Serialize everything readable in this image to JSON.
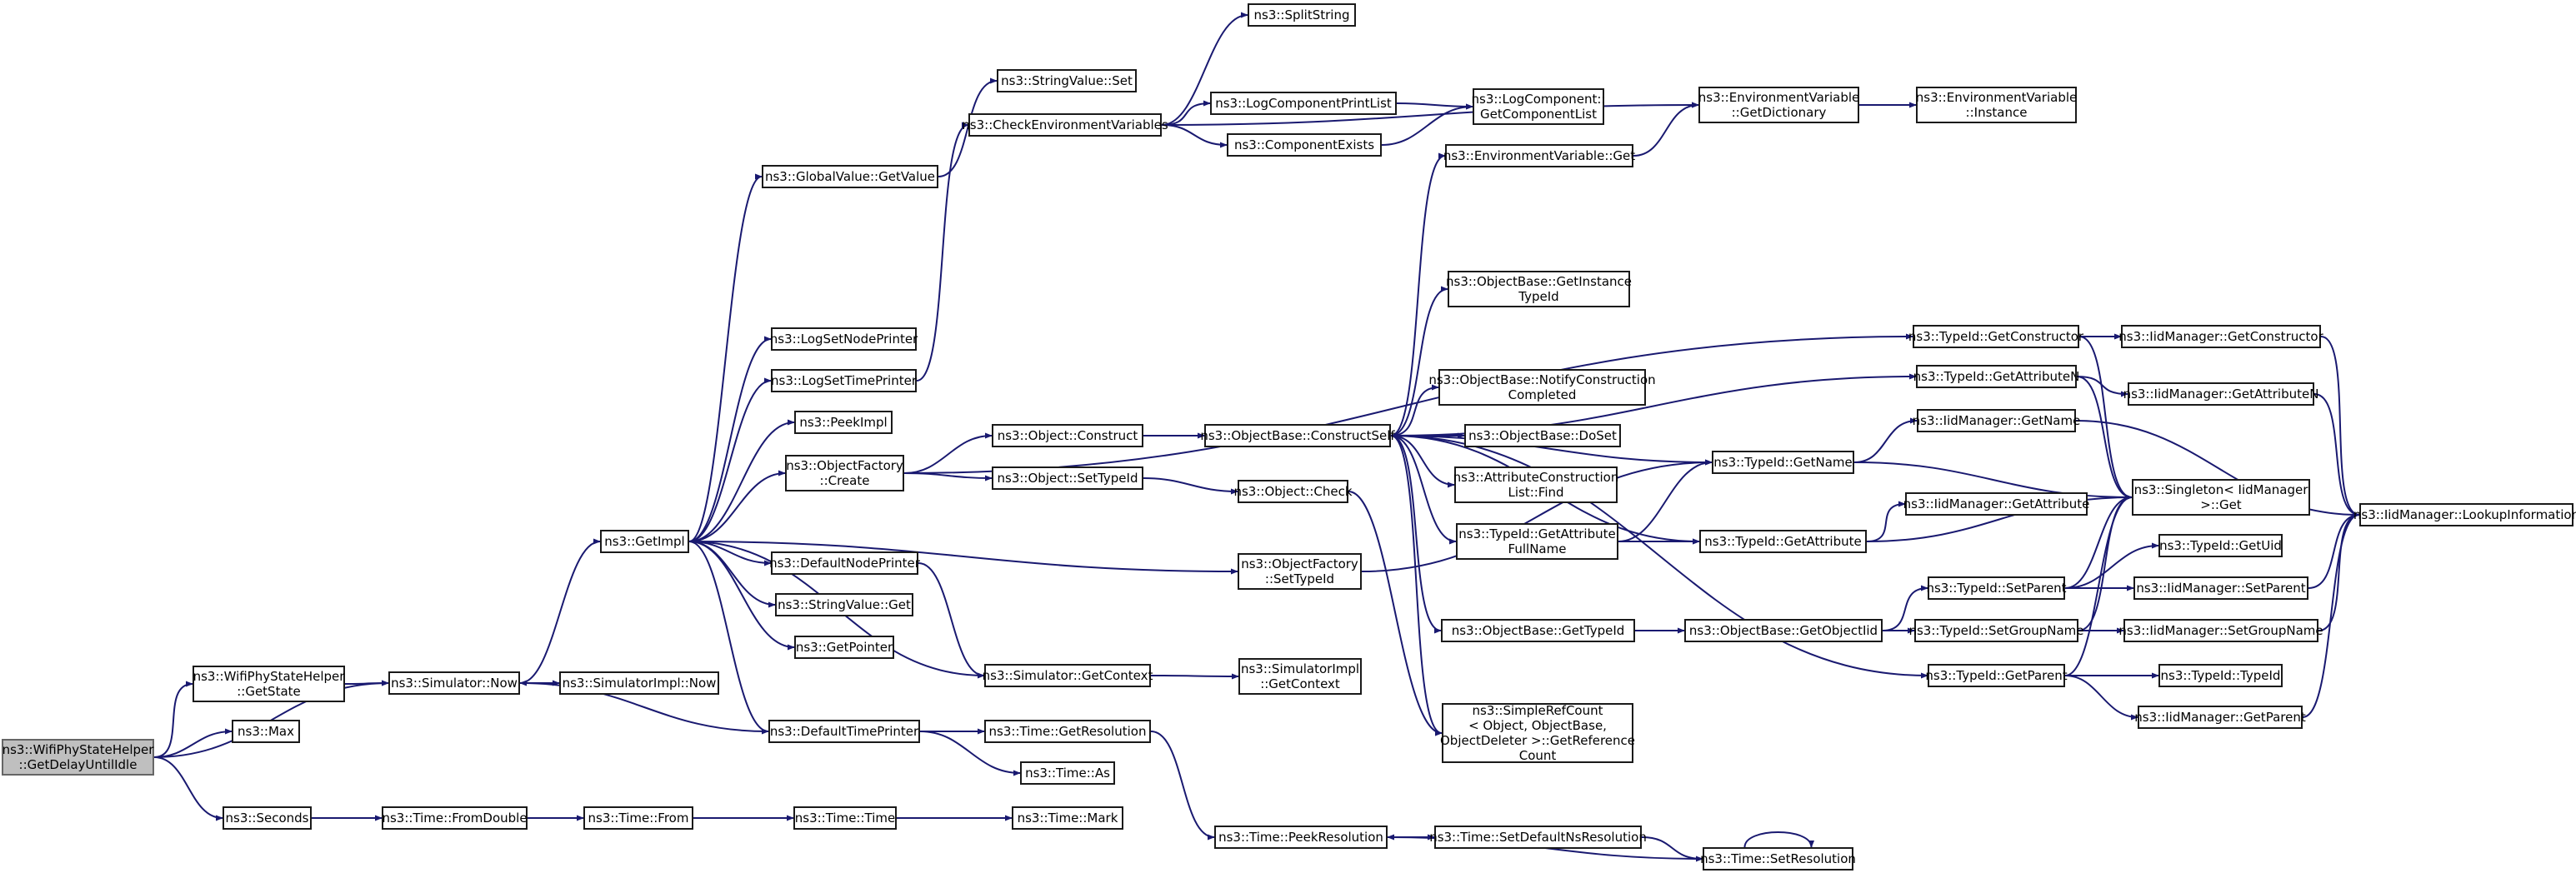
{
  "graph": {
    "edge_color": "#191970",
    "root_fill": "#bfbfbf",
    "nodes": [
      {
        "id": "root",
        "label": [
          "ns3::WifiPhyStateHelper",
          "::GetDelayUntilIdle"
        ],
        "root": true
      },
      {
        "id": "getstate",
        "label": [
          "ns3::WifiPhyStateHelper",
          "::GetState"
        ]
      },
      {
        "id": "max",
        "label": [
          "ns3::Max"
        ]
      },
      {
        "id": "seconds",
        "label": [
          "ns3::Seconds"
        ]
      },
      {
        "id": "simnow",
        "label": [
          "ns3::Simulator::Now"
        ]
      },
      {
        "id": "simimplnow",
        "label": [
          "ns3::SimulatorImpl::Now"
        ]
      },
      {
        "id": "fromdouble",
        "label": [
          "ns3::Time::FromDouble"
        ]
      },
      {
        "id": "timefrom",
        "label": [
          "ns3::Time::From"
        ]
      },
      {
        "id": "timetime",
        "label": [
          "ns3::Time::Time"
        ]
      },
      {
        "id": "timemark",
        "label": [
          "ns3::Time::Mark"
        ]
      },
      {
        "id": "getimpl",
        "label": [
          "ns3::GetImpl"
        ]
      },
      {
        "id": "gvgetvalue",
        "label": [
          "ns3::GlobalValue::GetValue"
        ]
      },
      {
        "id": "svset",
        "label": [
          "ns3::StringValue::Set"
        ]
      },
      {
        "id": "splitstring",
        "label": [
          "ns3::SplitString"
        ]
      },
      {
        "id": "checkenv",
        "label": [
          "ns3::CheckEnvironmentVariables"
        ]
      },
      {
        "id": "logcomplist",
        "label": [
          "ns3::LogComponentPrintList"
        ]
      },
      {
        "id": "compexists",
        "label": [
          "ns3::ComponentExists"
        ]
      },
      {
        "id": "getcomplist",
        "label": [
          "ns3::LogComponent::",
          "GetComponentList"
        ]
      },
      {
        "id": "envgetdict",
        "label": [
          "ns3::EnvironmentVariable",
          "::GetDictionary"
        ]
      },
      {
        "id": "envinstance",
        "label": [
          "ns3::EnvironmentVariable",
          "::Instance"
        ]
      },
      {
        "id": "envget",
        "label": [
          "ns3::EnvironmentVariable::Get"
        ]
      },
      {
        "id": "lognodeprinter",
        "label": [
          "ns3::LogSetNodePrinter"
        ]
      },
      {
        "id": "logtimeprinter",
        "label": [
          "ns3::LogSetTimePrinter"
        ]
      },
      {
        "id": "peekimpl",
        "label": [
          "ns3::PeekImpl"
        ]
      },
      {
        "id": "ofcreate",
        "label": [
          "ns3::ObjectFactory",
          "::Create"
        ]
      },
      {
        "id": "defnodeprinter",
        "label": [
          "ns3::DefaultNodePrinter"
        ]
      },
      {
        "id": "svget",
        "label": [
          "ns3::StringValue::Get"
        ]
      },
      {
        "id": "getpointer",
        "label": [
          "ns3::GetPointer"
        ]
      },
      {
        "id": "deftimeprinter",
        "label": [
          "ns3::DefaultTimePrinter"
        ]
      },
      {
        "id": "objconstruct",
        "label": [
          "ns3::Object::Construct"
        ]
      },
      {
        "id": "objsettypeid",
        "label": [
          "ns3::Object::SetTypeId"
        ]
      },
      {
        "id": "objcheck",
        "label": [
          "ns3::Object::Check"
        ]
      },
      {
        "id": "ofsettypeid",
        "label": [
          "ns3::ObjectFactory",
          "::SetTypeId"
        ]
      },
      {
        "id": "simgetctx",
        "label": [
          "ns3::Simulator::GetContext"
        ]
      },
      {
        "id": "simimplgetctx",
        "label": [
          "ns3::SimulatorImpl",
          "::GetContext"
        ]
      },
      {
        "id": "getresolution",
        "label": [
          "ns3::Time::GetResolution"
        ]
      },
      {
        "id": "timeas",
        "label": [
          "ns3::Time::As"
        ]
      },
      {
        "id": "peekres",
        "label": [
          "ns3::Time::PeekResolution"
        ]
      },
      {
        "id": "setdefns",
        "label": [
          "ns3::Time::SetDefaultNsResolution"
        ]
      },
      {
        "id": "setres",
        "label": [
          "ns3::Time::SetResolution"
        ]
      },
      {
        "id": "constructself",
        "label": [
          "ns3::ObjectBase::ConstructSelf"
        ]
      },
      {
        "id": "getinsttypeid",
        "label": [
          "ns3::ObjectBase::GetInstance",
          "TypeId"
        ]
      },
      {
        "id": "notifyconstr",
        "label": [
          "ns3::ObjectBase::NotifyConstruction",
          "Completed"
        ]
      },
      {
        "id": "doset",
        "label": [
          "ns3::ObjectBase::DoSet"
        ]
      },
      {
        "id": "attrconstrfind",
        "label": [
          "ns3::AttributeConstruction",
          "List::Find"
        ]
      },
      {
        "id": "getattrfullname",
        "label": [
          "ns3::TypeId::GetAttribute",
          "FullName"
        ]
      },
      {
        "id": "obgettypeid",
        "label": [
          "ns3::ObjectBase::GetTypeId"
        ]
      },
      {
        "id": "simplerefcount",
        "label": [
          "ns3::SimpleRefCount",
          "< Object, ObjectBase,",
          "ObjectDeleter >::GetReference",
          "Count"
        ]
      },
      {
        "id": "tidgetname",
        "label": [
          "ns3::TypeId::GetName"
        ]
      },
      {
        "id": "tidgetattr",
        "label": [
          "ns3::TypeId::GetAttribute"
        ]
      },
      {
        "id": "getobjectiid",
        "label": [
          "ns3::ObjectBase::GetObjectIid"
        ]
      },
      {
        "id": "tidgetconstructor",
        "label": [
          "ns3::TypeId::GetConstructor"
        ]
      },
      {
        "id": "tidgetattrn",
        "label": [
          "ns3::TypeId::GetAttributeN"
        ]
      },
      {
        "id": "iidgetname",
        "label": [
          "ns3::IidManager::GetName"
        ]
      },
      {
        "id": "iidgetattr",
        "label": [
          "ns3::IidManager::GetAttribute"
        ]
      },
      {
        "id": "tidsetparent",
        "label": [
          "ns3::TypeId::SetParent"
        ]
      },
      {
        "id": "tidsetgroupname",
        "label": [
          "ns3::TypeId::SetGroupName"
        ]
      },
      {
        "id": "tidgetparent",
        "label": [
          "ns3::TypeId::GetParent"
        ]
      },
      {
        "id": "iidgetconstructor",
        "label": [
          "ns3::IidManager::GetConstructor"
        ]
      },
      {
        "id": "iidgetattrn",
        "label": [
          "ns3::IidManager::GetAttributeN"
        ]
      },
      {
        "id": "singletonget",
        "label": [
          "ns3::Singleton< IidManager",
          ">::Get"
        ]
      },
      {
        "id": "tidgetuid",
        "label": [
          "ns3::TypeId::GetUid"
        ]
      },
      {
        "id": "iidsetparent",
        "label": [
          "ns3::IidManager::SetParent"
        ]
      },
      {
        "id": "iidsetgroupname",
        "label": [
          "ns3::IidManager::SetGroupName"
        ]
      },
      {
        "id": "tidtypeid",
        "label": [
          "ns3::TypeId::TypeId"
        ]
      },
      {
        "id": "iidgetparent",
        "label": [
          "ns3::IidManager::GetParent"
        ]
      },
      {
        "id": "iidlookup",
        "label": [
          "ns3::IidManager::LookupInformation"
        ]
      }
    ],
    "edges": [
      [
        "root",
        "getstate"
      ],
      [
        "root",
        "max"
      ],
      [
        "root",
        "seconds"
      ],
      [
        "root",
        "simnow"
      ],
      [
        "getstate",
        "simnow"
      ],
      [
        "seconds",
        "fromdouble"
      ],
      [
        "fromdouble",
        "timefrom"
      ],
      [
        "timefrom",
        "timetime"
      ],
      [
        "timetime",
        "timemark"
      ],
      [
        "simnow",
        "getimpl"
      ],
      [
        "simnow",
        "simimplnow"
      ],
      [
        "getimpl",
        "gvgetvalue"
      ],
      [
        "getimpl",
        "lognodeprinter"
      ],
      [
        "getimpl",
        "logtimeprinter"
      ],
      [
        "getimpl",
        "peekimpl"
      ],
      [
        "getimpl",
        "ofcreate"
      ],
      [
        "getimpl",
        "defnodeprinter"
      ],
      [
        "getimpl",
        "svget"
      ],
      [
        "getimpl",
        "getpointer"
      ],
      [
        "getimpl",
        "deftimeprinter"
      ],
      [
        "getimpl",
        "ofsettypeid"
      ],
      [
        "simgetctx",
        "getimpl"
      ],
      [
        "gvgetvalue",
        "svset"
      ],
      [
        "logtimeprinter",
        "checkenv"
      ],
      [
        "checkenv",
        "splitstring"
      ],
      [
        "checkenv",
        "logcomplist"
      ],
      [
        "checkenv",
        "compexists"
      ],
      [
        "checkenv",
        "envgetdict"
      ],
      [
        "logcomplist",
        "getcomplist"
      ],
      [
        "compexists",
        "getcomplist"
      ],
      [
        "envgetdict",
        "envinstance"
      ],
      [
        "envget",
        "envgetdict"
      ],
      [
        "ofcreate",
        "objconstruct"
      ],
      [
        "ofcreate",
        "objsettypeid"
      ],
      [
        "ofcreate",
        "tidgetconstructor"
      ],
      [
        "objconstruct",
        "constructself"
      ],
      [
        "objsettypeid",
        "objcheck"
      ],
      [
        "objcheck",
        "simplerefcount"
      ],
      [
        "defnodeprinter",
        "simgetctx"
      ],
      [
        "simgetctx",
        "simimplgetctx"
      ],
      [
        "deftimeprinter",
        "simnow"
      ],
      [
        "deftimeprinter",
        "getresolution"
      ],
      [
        "deftimeprinter",
        "timeas"
      ],
      [
        "getresolution",
        "peekres"
      ],
      [
        "peekres",
        "setdefns"
      ],
      [
        "setdefns",
        "setres"
      ],
      [
        "setres",
        "peekres"
      ],
      [
        "setres",
        "setres"
      ],
      [
        "ofsettypeid",
        "tidgetname"
      ],
      [
        "constructself",
        "envget"
      ],
      [
        "constructself",
        "getinsttypeid"
      ],
      [
        "constructself",
        "notifyconstr"
      ],
      [
        "constructself",
        "doset"
      ],
      [
        "constructself",
        "attrconstrfind"
      ],
      [
        "constructself",
        "getattrfullname"
      ],
      [
        "constructself",
        "obgettypeid"
      ],
      [
        "constructself",
        "simplerefcount"
      ],
      [
        "constructself",
        "tidgetname"
      ],
      [
        "constructself",
        "tidgetattr"
      ],
      [
        "constructself",
        "tidgetattrn"
      ],
      [
        "constructself",
        "tidgetparent"
      ],
      [
        "getattrfullname",
        "tidgetname"
      ],
      [
        "getattrfullname",
        "tidgetattr"
      ],
      [
        "obgettypeid",
        "getobjectiid"
      ],
      [
        "getobjectiid",
        "tidsetparent"
      ],
      [
        "getobjectiid",
        "tidsetgroupname"
      ],
      [
        "tidgetname",
        "iidgetname"
      ],
      [
        "tidgetname",
        "singletonget"
      ],
      [
        "tidgetattr",
        "iidgetattr"
      ],
      [
        "tidgetattr",
        "singletonget"
      ],
      [
        "tidgetconstructor",
        "iidgetconstructor"
      ],
      [
        "tidgetconstructor",
        "singletonget"
      ],
      [
        "tidgetattrn",
        "iidgetattrn"
      ],
      [
        "tidgetattrn",
        "singletonget"
      ],
      [
        "tidsetparent",
        "tidgetuid"
      ],
      [
        "tidsetparent",
        "iidsetparent"
      ],
      [
        "tidsetparent",
        "singletonget"
      ],
      [
        "tidsetgroupname",
        "iidsetgroupname"
      ],
      [
        "tidsetgroupname",
        "singletonget"
      ],
      [
        "tidgetparent",
        "tidtypeid"
      ],
      [
        "tidgetparent",
        "iidgetparent"
      ],
      [
        "tidgetparent",
        "singletonget"
      ],
      [
        "iidgetconstructor",
        "iidlookup"
      ],
      [
        "iidgetattrn",
        "iidlookup"
      ],
      [
        "iidgetname",
        "iidlookup"
      ],
      [
        "iidsetparent",
        "iidlookup"
      ],
      [
        "iidsetgroupname",
        "iidlookup"
      ],
      [
        "iidgetparent",
        "iidlookup"
      ]
    ]
  }
}
